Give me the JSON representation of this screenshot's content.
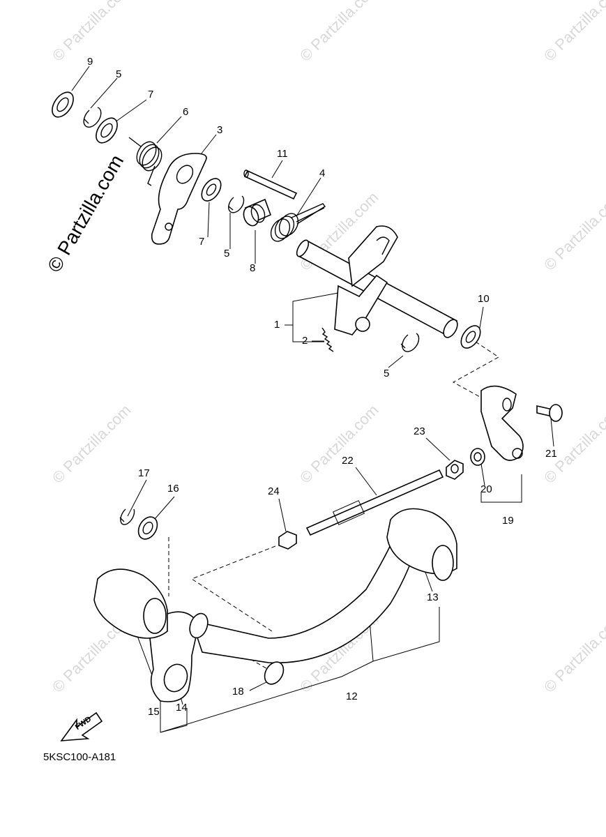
{
  "watermark": "© Partzilla.com",
  "diagram_code": "5KSC100-A181",
  "fwd_label": "FWD",
  "callouts": [
    "1",
    "2",
    "3",
    "4",
    "5",
    "6",
    "7",
    "8",
    "9",
    "10",
    "11",
    "12",
    "13",
    "14",
    "15",
    "16",
    "17",
    "18",
    "19",
    "20",
    "21",
    "22",
    "23",
    "24"
  ],
  "labels": {
    "n9": "9",
    "n5a": "5",
    "n7a": "7",
    "n6": "6",
    "n3": "3",
    "n11": "11",
    "n4": "4",
    "n7b": "7",
    "n5b": "5",
    "n8": "8",
    "n1": "1",
    "n2": "2",
    "n10": "10",
    "n5c": "5",
    "n23": "23",
    "n21": "21",
    "n22": "22",
    "n24": "24",
    "n20": "20",
    "n19": "19",
    "n17": "17",
    "n16": "16",
    "n13": "13",
    "n12": "12",
    "n18": "18",
    "n15": "15",
    "n14": "14"
  }
}
